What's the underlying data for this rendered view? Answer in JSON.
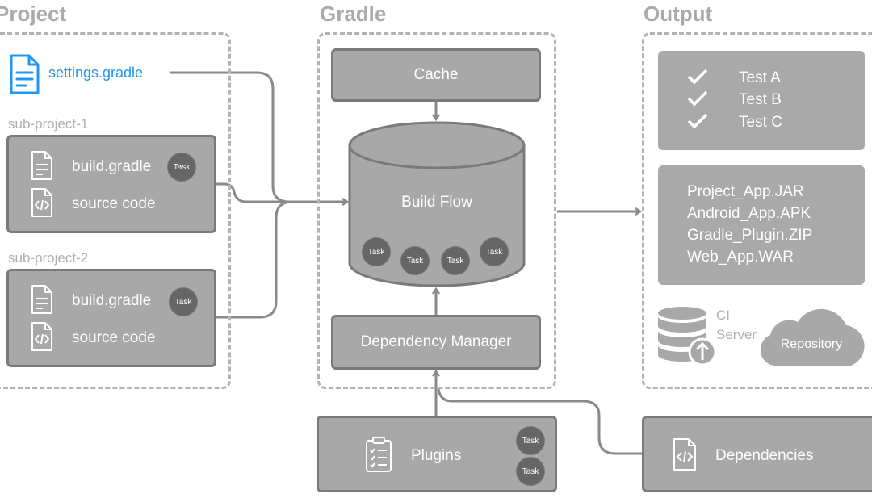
{
  "sections": {
    "project": "Project",
    "gradle": "Gradle",
    "output": "Output"
  },
  "project": {
    "settings_file": "settings.gradle",
    "sub1": {
      "title": "sub-project-1",
      "build": "build.gradle",
      "source": "source code",
      "task": "Task"
    },
    "sub2": {
      "title": "sub-project-2",
      "build": "build.gradle",
      "source": "source code",
      "task": "Task"
    }
  },
  "gradle": {
    "cache": "Cache",
    "build_flow": "Build Flow",
    "build_tasks": [
      "Task",
      "Task",
      "Task",
      "Task"
    ],
    "dependency_manager": "Dependency Manager"
  },
  "plugins": {
    "label": "Plugins",
    "tasks": [
      "Task",
      "Task"
    ]
  },
  "dependencies": {
    "label": "Dependencies"
  },
  "output": {
    "tests": [
      "Test A",
      "Test B",
      "Test C"
    ],
    "artifacts": [
      "Project_App.JAR",
      "Android_App.APK",
      "Gradle_Plugin.ZIP",
      "Web_App.WAR"
    ],
    "ci_server": [
      "CI",
      "Server"
    ],
    "repository": "Repository"
  },
  "colors": {
    "accent_blue": "#2196f3",
    "box_gray": "#a8a8a8",
    "border_gray": "#7a7a7a",
    "task_dark": "#666666",
    "dashed": "#b3b3b3"
  }
}
